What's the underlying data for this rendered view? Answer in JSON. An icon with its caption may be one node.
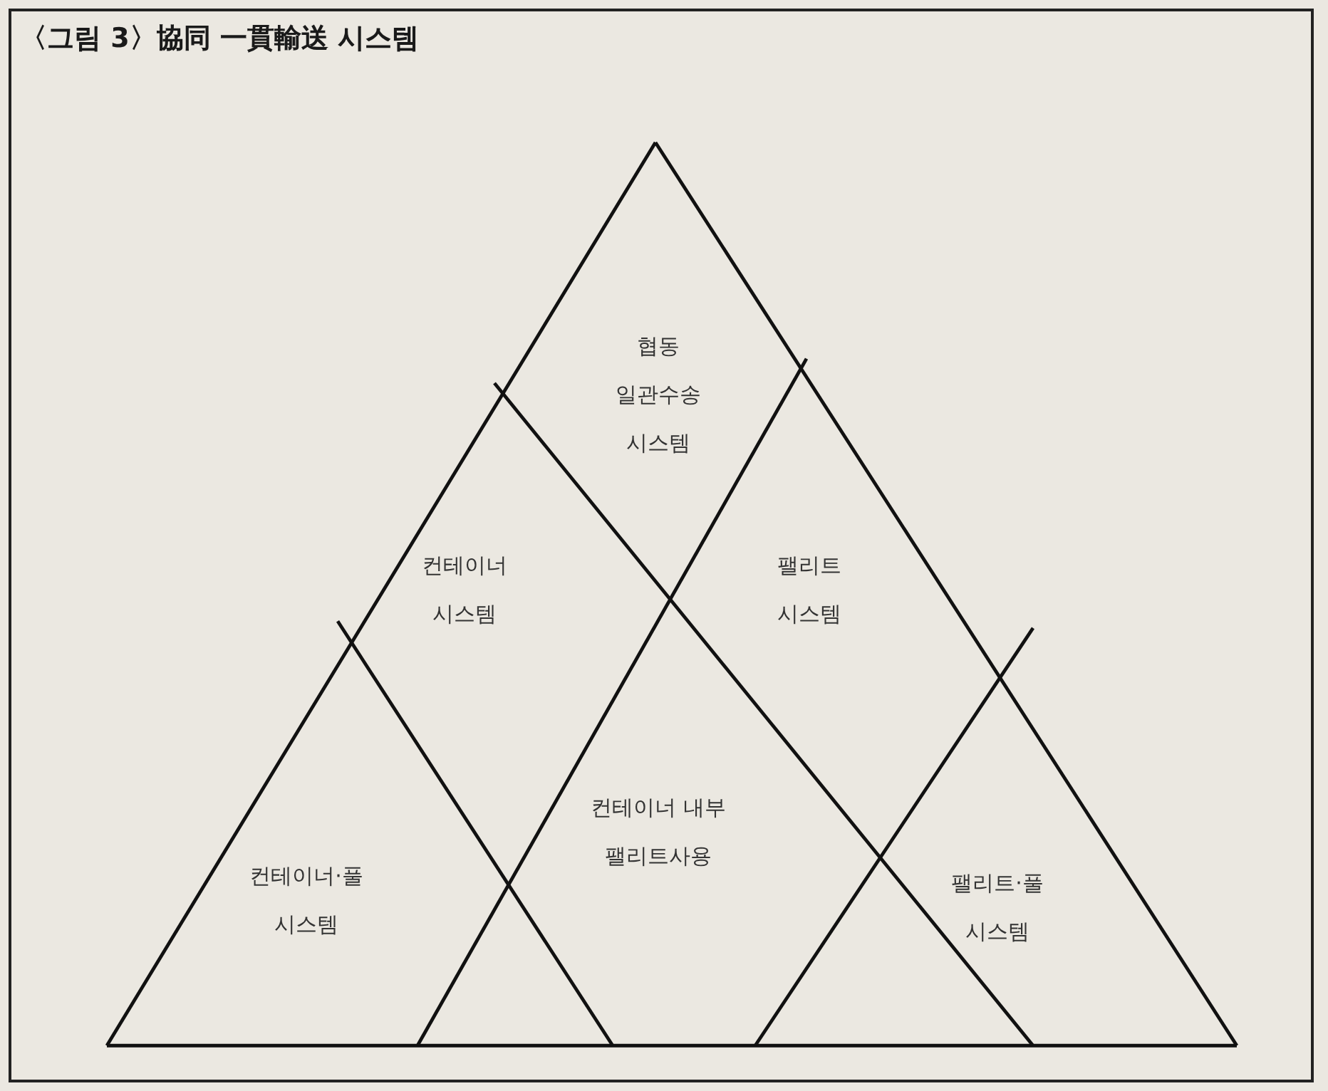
{
  "diagram": {
    "title": "〈그림 3〉協同 一貫輸送 시스템",
    "nodes": [
      {
        "text": [
          "협동 일관수송 시스템"
        ]
      },
      {
        "text": [
          "컨테이너 시스템"
        ]
      },
      {
        "text": [
          "팰리트 시스템"
        ]
      },
      {
        "text": [
          "컨테이너·풀 시스템"
        ]
      },
      {
        "text": [
          "컨테이너 내부 팰리트사용"
        ]
      },
      {
        "text": [
          "팰리트·풀 시스템"
        ]
      }
    ]
  }
}
